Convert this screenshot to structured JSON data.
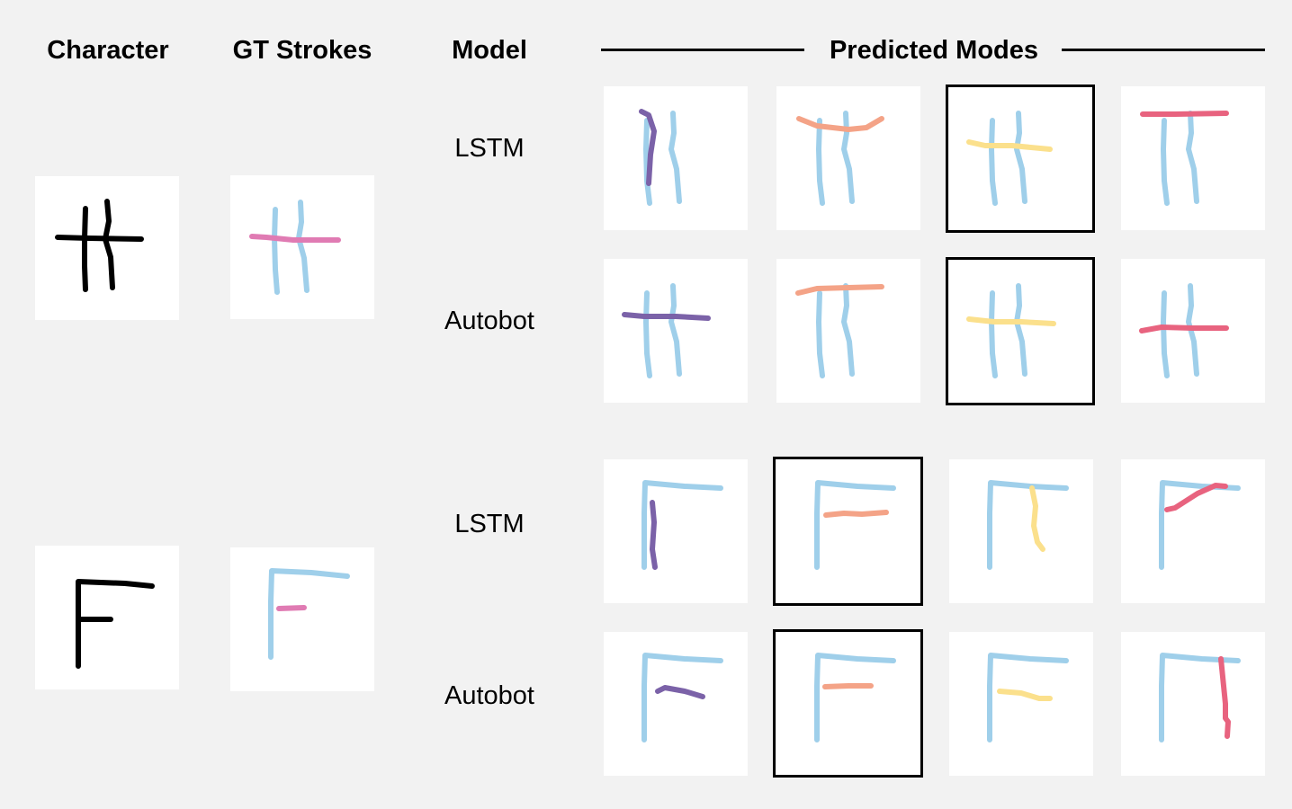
{
  "headers": {
    "character": "Character",
    "gt_strokes": "GT Strokes",
    "model": "Model",
    "predicted_modes": "Predicted Modes"
  },
  "rows": [
    {
      "model": "LSTM"
    },
    {
      "model": "Autobot"
    },
    {
      "model": "LSTM"
    },
    {
      "model": "Autobot"
    }
  ],
  "colors": {
    "base_stroke": "#9fcfea",
    "character_ink": "#000000",
    "gt_stroke": "#e07bb3",
    "mode_1": "#7b62a8",
    "mode_2": "#f4a387",
    "mode_3": "#fbe08c",
    "mode_4": "#e8637f",
    "background": "#f2f2f2"
  }
}
